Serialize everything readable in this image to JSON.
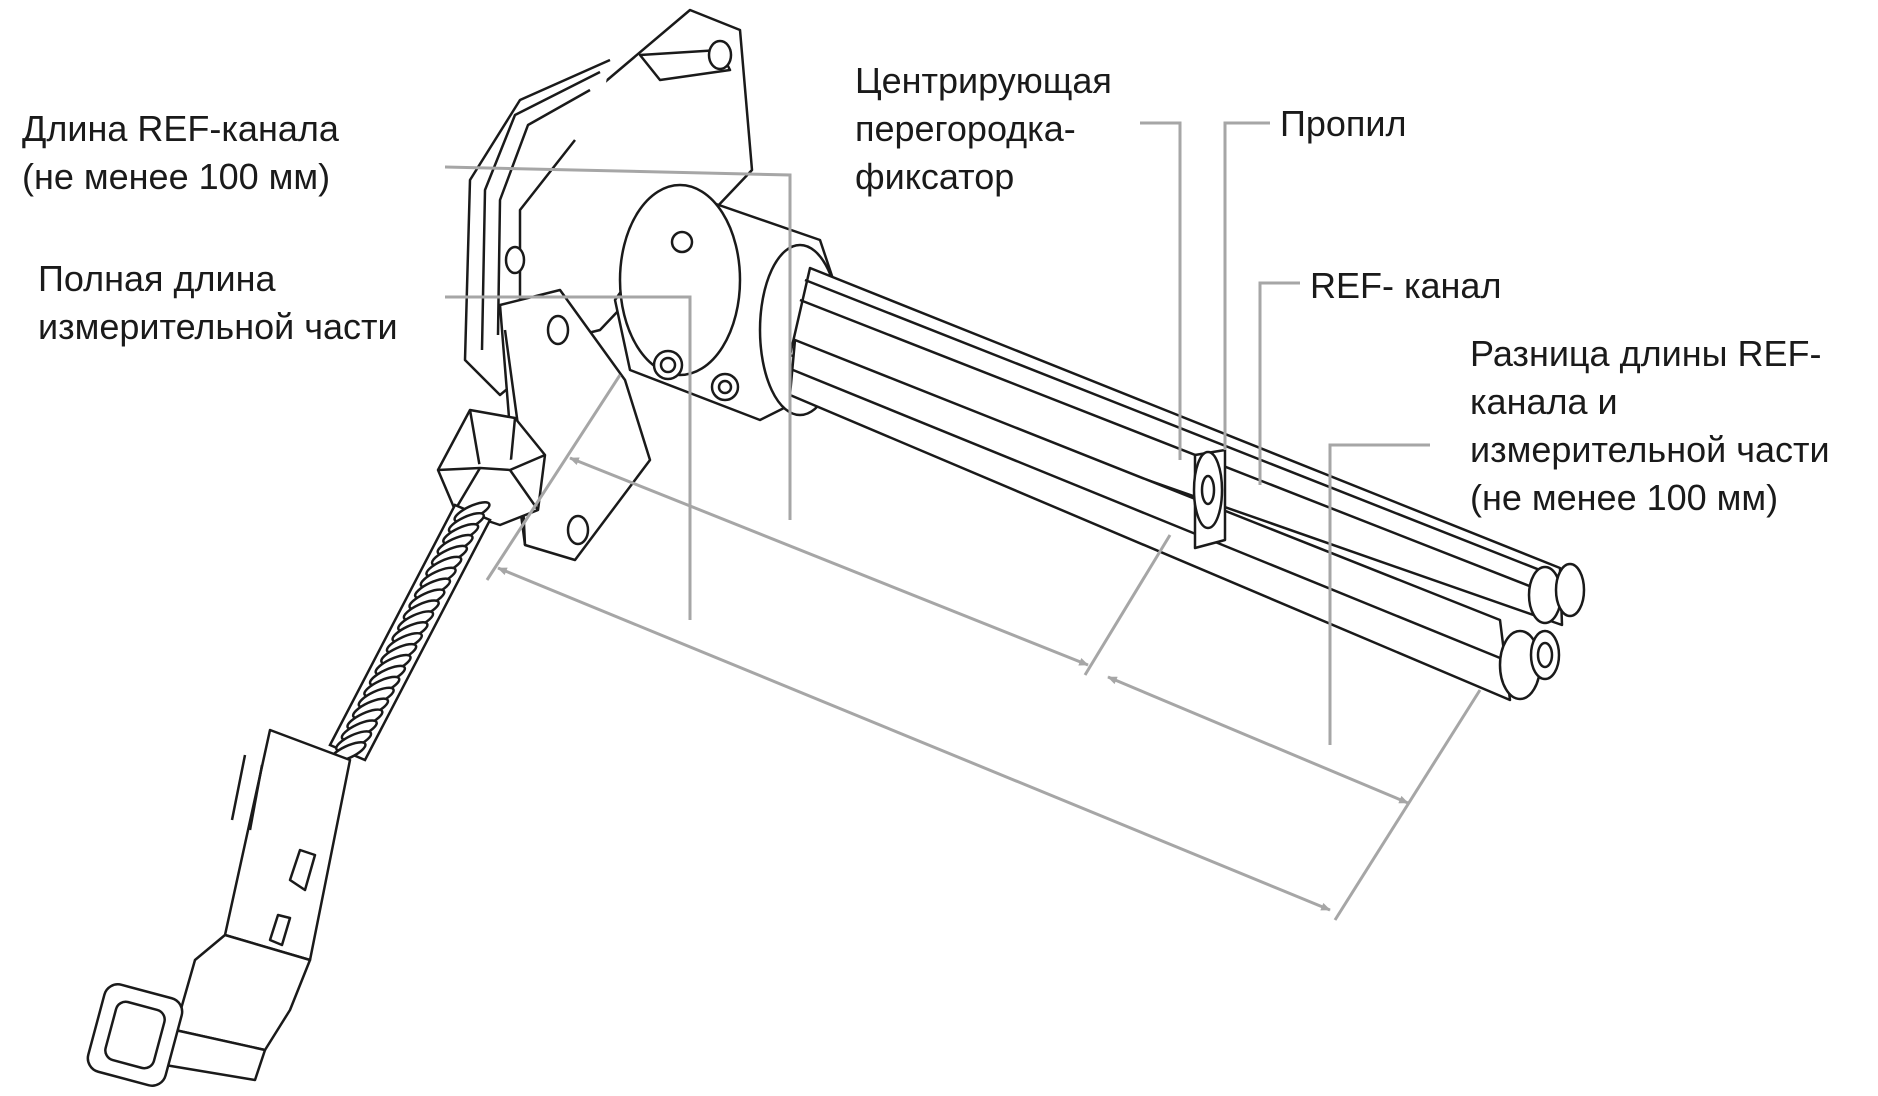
{
  "colors": {
    "ink": "#1a1a1a",
    "leader": "#a6a6a6",
    "fill": "#ffffff"
  },
  "callouts": {
    "ref_length": [
      "Длина REF-канала",
      "(не менее 100 мм)"
    ],
    "full_length": [
      "Полная длина",
      "измерительной части"
    ],
    "centering": [
      "Центрирующая",
      "перегородка-",
      "фиксатор"
    ],
    "cut": [
      "Пропил"
    ],
    "ref_channel": [
      "REF- канал"
    ],
    "difference": [
      "Разница длины REF-",
      "канала и",
      "измерительной части",
      "(не менее 100 мм)"
    ]
  }
}
